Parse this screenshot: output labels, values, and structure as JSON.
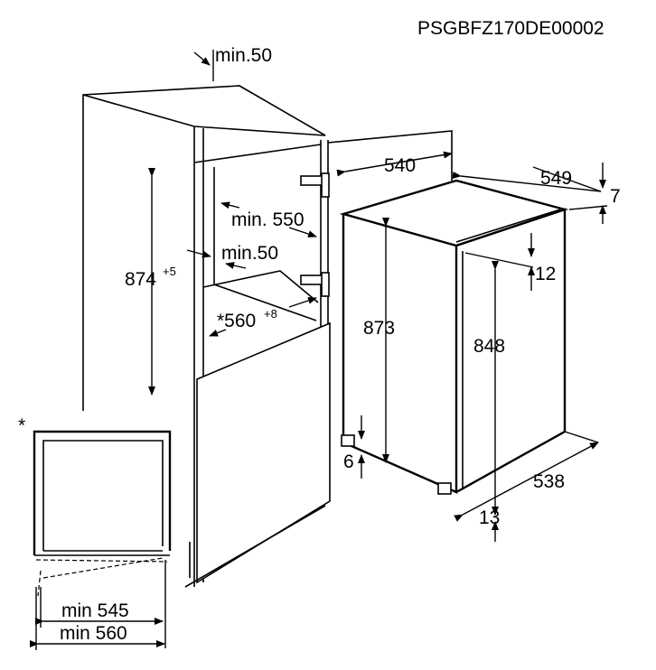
{
  "drawing_code": "PSGBFZ170DE00002",
  "cabinet": {
    "top_clearance": "min.50",
    "depth_clearance": "min. 550",
    "side_clearance": "min.50",
    "niche_height": "874",
    "niche_height_tol": "+5",
    "niche_width": "*560",
    "niche_width_tol": "+8"
  },
  "appliance": {
    "door_open_depth": "540",
    "depth": "549",
    "top_offset": "7",
    "door_top_offset": "12",
    "height": "873",
    "door_height": "848",
    "foot_height": "6",
    "width": "538",
    "door_bottom_offset": "13"
  },
  "inset": {
    "asterisk": "*",
    "min_inner": "min 545",
    "min_outer": "min 560"
  }
}
